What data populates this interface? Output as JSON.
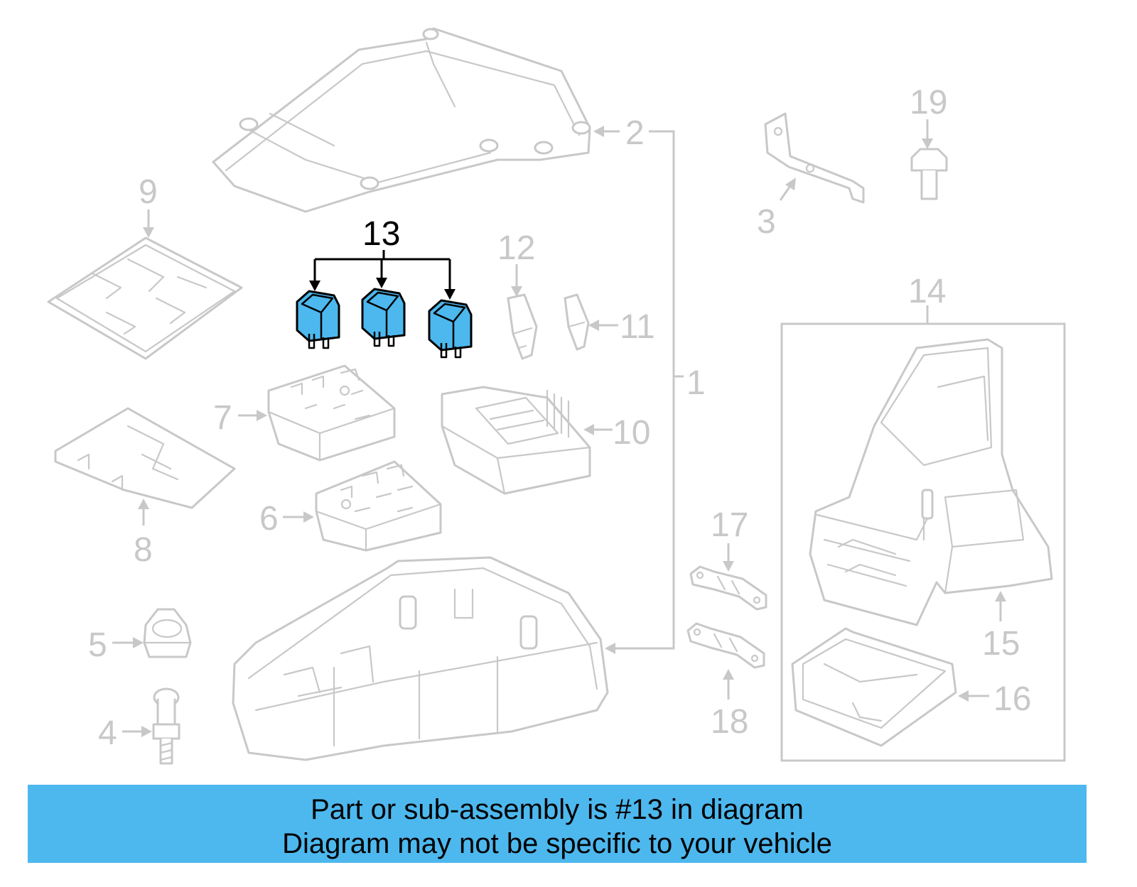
{
  "diagram": {
    "callouts": {
      "c1": "1",
      "c2": "2",
      "c3": "3",
      "c4": "4",
      "c5": "5",
      "c6": "6",
      "c7": "7",
      "c8": "8",
      "c9": "9",
      "c10": "10",
      "c11": "11",
      "c12": "12",
      "c13": "13",
      "c14": "14",
      "c15": "15",
      "c16": "16",
      "c17": "17",
      "c18": "18",
      "c19": "19"
    },
    "highlighted_part": "13",
    "colors": {
      "highlight": "#4db8ee",
      "inactive": "#c8c8c8",
      "active": "#000000"
    }
  },
  "banner": {
    "line1": "Part or sub-assembly is #13 in diagram",
    "line2": "Diagram may not be specific to your vehicle"
  }
}
